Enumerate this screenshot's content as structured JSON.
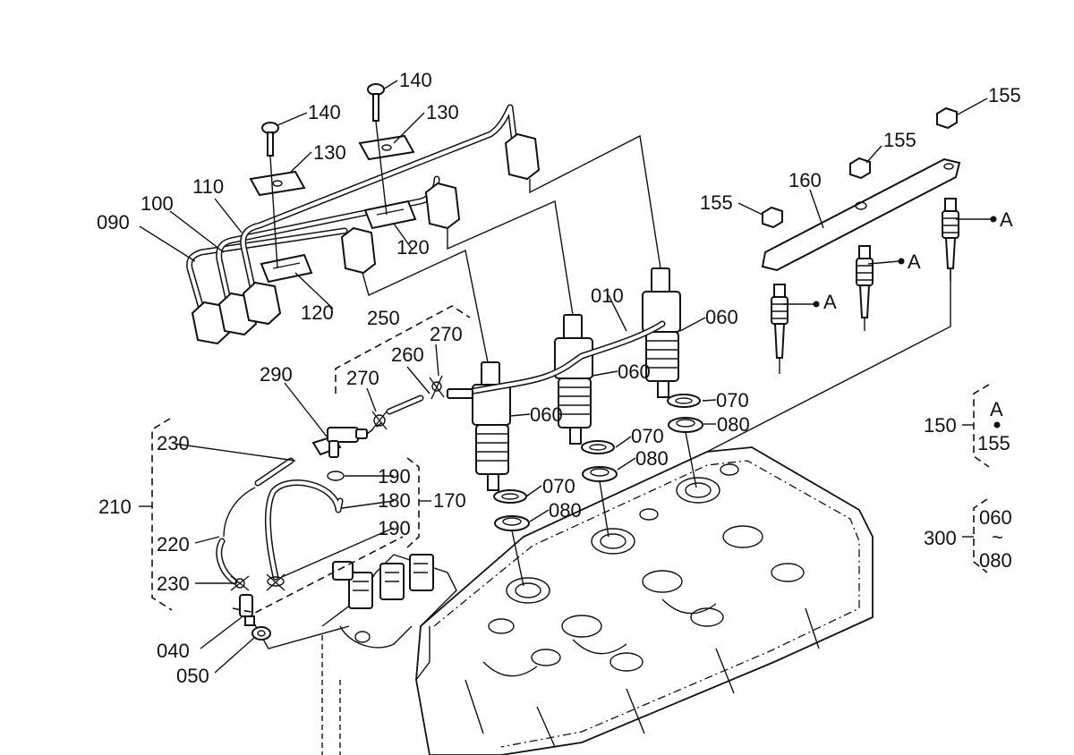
{
  "labels": {
    "p010": "010",
    "p040": "040",
    "p050": "050",
    "p060a": "060",
    "p060b": "060",
    "p060c": "060",
    "p070a": "070",
    "p070b": "070",
    "p070c": "070",
    "p080a": "080",
    "p080b": "080",
    "p080c": "080",
    "p090": "090",
    "p100": "100",
    "p110": "110",
    "p120a": "120",
    "p120b": "120",
    "p130a": "130",
    "p130b": "130",
    "p140a": "140",
    "p140b": "140",
    "p150": "150",
    "p155a": "155",
    "p155b": "155",
    "p155c": "155",
    "p160": "160",
    "p170": "170",
    "p180": "180",
    "p190a": "190",
    "p190b": "190",
    "p210": "210",
    "p220": "220",
    "p230a": "230",
    "p230b": "230",
    "p250": "250",
    "p260": "260",
    "p270a": "270",
    "p270b": "270",
    "p290": "290",
    "p300": "300",
    "refA1": "A",
    "refA2": "A",
    "refA3": "A"
  },
  "kit_150": {
    "top": "A",
    "bottom": "155"
  },
  "kit_300": {
    "top": "060",
    "tilde": "~",
    "bottom": "080"
  }
}
